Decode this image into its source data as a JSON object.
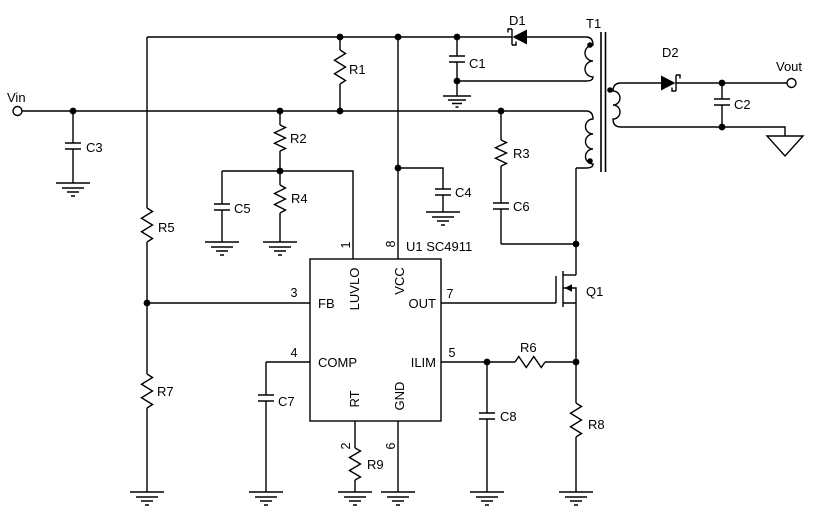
{
  "schematic": {
    "terminals": {
      "vin": "Vin",
      "vout": "Vout"
    },
    "transformer": {
      "label": "T1"
    },
    "diodes": {
      "d1": "D1",
      "d2": "D2"
    },
    "mosfet": {
      "q1": "Q1"
    },
    "ic": {
      "label": "U1 SC4911",
      "pins": {
        "luvlo": {
          "num": "1",
          "name": "LUVLO"
        },
        "vcc": {
          "num": "8",
          "name": "VCC"
        },
        "fb": {
          "num": "3",
          "name": "FB"
        },
        "out": {
          "num": "7",
          "name": "OUT"
        },
        "comp": {
          "num": "4",
          "name": "COMP"
        },
        "ilim": {
          "num": "5",
          "name": "ILIM"
        },
        "rt": {
          "num": "2",
          "name": "RT"
        },
        "gnd": {
          "num": "6",
          "name": "GND"
        }
      }
    },
    "resistors": {
      "r1": "R1",
      "r2": "R2",
      "r3": "R3",
      "r4": "R4",
      "r5": "R5",
      "r6": "R6",
      "r7": "R7",
      "r8": "R8",
      "r9": "R9"
    },
    "capacitors": {
      "c1": "C1",
      "c2": "C2",
      "c3": "C3",
      "c4": "C4",
      "c5": "C5",
      "c6": "C6",
      "c7": "C7",
      "c8": "C8"
    },
    "colors": {
      "line": "#000000",
      "background": "#ffffff"
    }
  }
}
